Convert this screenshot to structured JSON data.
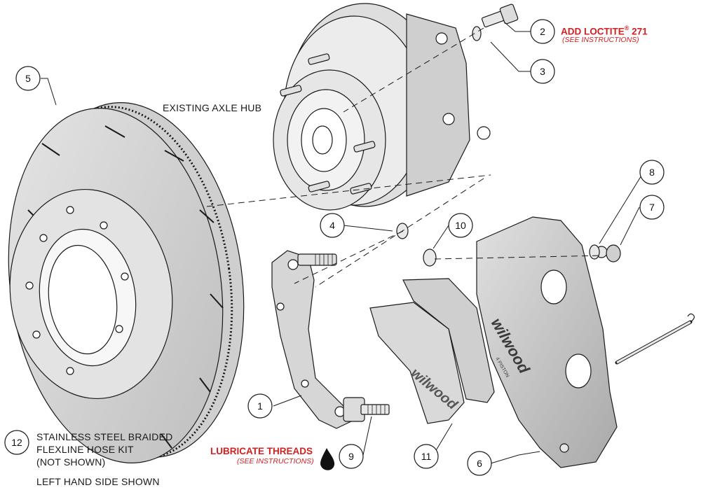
{
  "labels": {
    "hub": "EXISTING AXLE HUB",
    "loctite_main": "ADD LOCTITE",
    "loctite_reg": "®",
    "loctite_num": " 271",
    "loctite_sub": "(SEE INSTRUCTIONS)",
    "lube_main": "LUBRICATE THREADS",
    "lube_sub": "(SEE INSTRUCTIONS)",
    "note_num": "12",
    "note_line1": "STAINLESS STEEL BRAIDED",
    "note_line2": "FLEXLINE HOSE KIT",
    "note_line3": "(NOT SHOWN)",
    "side_note": "LEFT HAND SIDE SHOWN",
    "brand": "wilwood",
    "piston": "4 PISTON"
  },
  "callouts": [
    {
      "id": "c1",
      "num": "1"
    },
    {
      "id": "c2",
      "num": "2"
    },
    {
      "id": "c3",
      "num": "3"
    },
    {
      "id": "c4",
      "num": "4"
    },
    {
      "id": "c5",
      "num": "5"
    },
    {
      "id": "c6",
      "num": "6"
    },
    {
      "id": "c7",
      "num": "7"
    },
    {
      "id": "c8",
      "num": "8"
    },
    {
      "id": "c9",
      "num": "9"
    },
    {
      "id": "c10",
      "num": "10"
    },
    {
      "id": "c11",
      "num": "11"
    }
  ],
  "colors": {
    "line": "#1a1a1a",
    "part_fill": "#d9d9d9",
    "part_dark": "#a8a8a8",
    "accent_red": "#d42020"
  }
}
